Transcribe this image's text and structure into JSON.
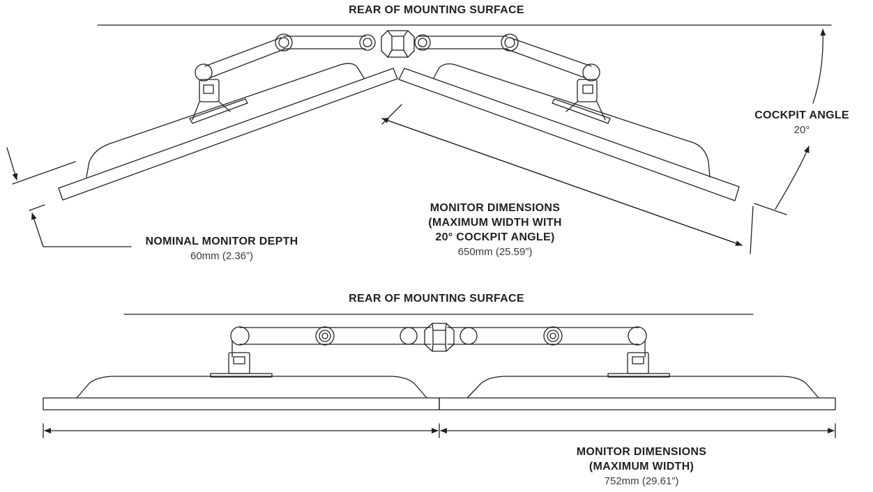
{
  "diagram": {
    "top": {
      "title": "REAR OF MOUNTING SURFACE",
      "cockpit_angle": {
        "label": "COCKPIT ANGLE",
        "value": "20°"
      },
      "depth": {
        "label": "NOMINAL MONITOR DEPTH",
        "value": "60mm (2.36”)"
      },
      "monitor_dimensions": {
        "line1": "MONITOR DIMENSIONS",
        "line2": "(MAXIMUM WIDTH WITH",
        "line3": "20° COCKPIT ANGLE)",
        "value": "650mm (25.59”)"
      }
    },
    "bottom": {
      "title": "REAR OF MOUNTING SURFACE",
      "monitor_dimensions": {
        "line1": "MONITOR DIMENSIONS",
        "line2": "(MAXIMUM WIDTH)",
        "value": "752mm (29.61”)"
      }
    }
  }
}
